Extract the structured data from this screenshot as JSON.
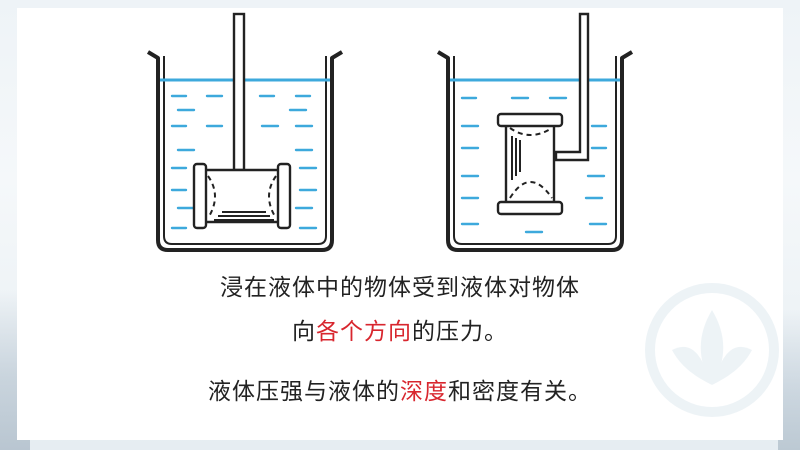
{
  "text": {
    "line1": "浸在液体中的物体受到液体对物体",
    "line2_prefix": "向",
    "line2_highlight": "各个方向",
    "line2_suffix": "的压力。",
    "line3_prefix": "液体压强与液体的",
    "line3_highlight": "深度",
    "line3_suffix": "和密度有关。"
  },
  "colors": {
    "water_line": "#3da9dc",
    "highlight": "#d8262e",
    "outline": "#222222"
  }
}
